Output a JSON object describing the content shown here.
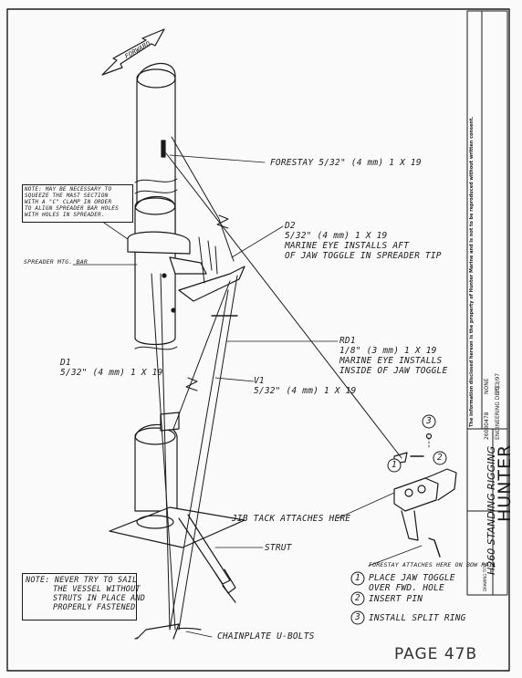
{
  "labels": {
    "forward": "FORWARD",
    "forestay": "FORESTAY 5/32\" (4 mm) 1 X 19",
    "d2": [
      "D2",
      "5/32\" (4 mm) 1 X 19",
      "MARINE EYE INSTALLS AFT",
      "OF JAW TOGGLE IN SPREADER TIP"
    ],
    "rd1": [
      "RD1",
      "1/8\" (3 mm) 1 X 19",
      "MARINE EYE INSTALLS",
      "INSIDE OF JAW TOGGLE"
    ],
    "d1": [
      "D1",
      "5/32\" (4 mm) 1 X 19"
    ],
    "v1": [
      "V1",
      "5/32\" (4 mm) 1 X 19"
    ],
    "spreader_bar": "SPREADER MTG. BAR",
    "jib_tack": "JIB TACK ATTACHES HERE",
    "strut": "STRUT",
    "chainplate": "CHAINPLATE U-BOLTS",
    "forestay_bow": "FORESTAY ATTACHES HERE ON BOW RAIL"
  },
  "note_top": [
    "NOTE: MAY BE NECESSARY TO",
    "SQUEEZE THE MAST SECTION",
    "WITH A \"C\" CLAMP IN ORDER",
    "TO ALIGN SPREADER BAR HOLES",
    "WITH HOLES IN SPREADER."
  ],
  "note_bottom": [
    "NOTE: NEVER TRY TO SAIL",
    "THE VESSEL WITHOUT",
    "STRUTS IN PLACE AND",
    "PROPERLY FASTENED"
  ],
  "steps": [
    "PLACE JAW TOGGLE",
    "OVER FWD. HOLE",
    "INSERT PIN",
    "INSTALL SPLIT RING"
  ],
  "callouts": [
    "1",
    "2",
    "3"
  ],
  "title_block": {
    "disclaimer": "The information disclosed hereon is the property of Hunter Marine and is not to be reproduced without written consent.",
    "drawing_title_label": "DRAWING TITLE",
    "title": "H260 STANDING RIGGING",
    "dwg_no": "26080478",
    "revision": "NONE",
    "date": "11/3/97",
    "dept": "ENGINEERING DEPT.",
    "brand": "HUNTER"
  },
  "page": "PAGE 47B"
}
